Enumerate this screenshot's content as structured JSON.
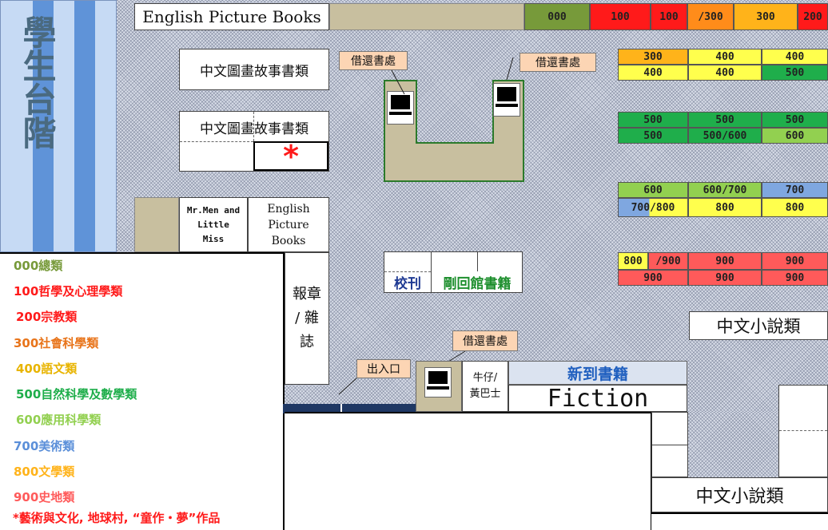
{
  "stage_title": "學生台階",
  "top_label": "English Picture Books",
  "top_shelves": [
    {
      "label": "000",
      "color": "#779a3a"
    },
    {
      "label": "100",
      "color": "#ff1a1a"
    },
    {
      "label": "100",
      "color": "#ff1a1a"
    },
    {
      "label": "/300",
      "color": "#ff8c1a"
    },
    {
      "label": "300",
      "color": "#ffb31a"
    },
    {
      "label": "200",
      "color": "#ff1a1a"
    }
  ],
  "zones": {
    "chinese_picture_1": "中文圖畫故事書類",
    "chinese_picture_2": "中文圖畫故事書類",
    "asterisk": "*",
    "mr_men": "Mr.Men and Little Miss",
    "english_picture": "English Picture Books",
    "newspaper": "報章 / 雜誌",
    "school_mag": "校刊",
    "returned_books": "剛回館書籍",
    "chinese_fiction_1": "中文小說類",
    "chinese_fiction_2": "中文小說類",
    "new_books": "新到書籍",
    "fiction": "Fiction",
    "cowboy": "牛仔/ 黃巴士"
  },
  "counters": [
    "借還書處",
    "借還書處",
    "借還書處"
  ],
  "entrance": "出入口",
  "shelf_groups": [
    [
      [
        {
          "label": "300",
          "color": "#ffb31a"
        },
        {
          "label": "400",
          "color": "#ffff4d"
        },
        {
          "label": "400",
          "color": "#ffff4d"
        }
      ],
      [
        {
          "label": "400",
          "color": "#ffff4d"
        },
        {
          "label": "400",
          "color": "#ffff4d"
        },
        {
          "label": "500",
          "color": "#1fae4b"
        }
      ]
    ],
    [
      [
        {
          "label": "500",
          "color": "#1fae4b"
        },
        {
          "label": "500",
          "color": "#1fae4b"
        },
        {
          "label": "500",
          "color": "#1fae4b"
        }
      ],
      [
        {
          "label": "500",
          "color": "#1fae4b"
        },
        {
          "label": "500/600",
          "color": "#1fae4b"
        },
        {
          "label": "600",
          "color": "#92d050"
        }
      ]
    ],
    [
      [
        {
          "label": "600",
          "color": "#92d050"
        },
        {
          "label": "600/700",
          "color": "#92d050"
        },
        {
          "label": "700",
          "color": "#7fa7e0"
        }
      ],
      [
        {
          "label": "700/800",
          "color": "#7fa7e0"
        },
        {
          "label": "800",
          "color": "#ffff4d"
        },
        {
          "label": "800",
          "color": "#ffff4d"
        }
      ]
    ],
    [
      [
        {
          "label": "800",
          "color": "#ffff4d"
        },
        {
          "label": "/900",
          "color": "#ff5a5a"
        },
        {
          "label": "900",
          "color": "#ff5a5a"
        },
        {
          "label": "900",
          "color": "#ff5a5a"
        }
      ],
      [
        {
          "label": "900",
          "color": "#ff5a5a"
        },
        {
          "label": "900",
          "color": "#ff5a5a"
        },
        {
          "label": "900",
          "color": "#ff5a5a"
        }
      ]
    ]
  ],
  "legend": [
    {
      "label": "000總類",
      "color": "#779a3a"
    },
    {
      "label": "100哲學及心理學類",
      "color": "#ff1a1a"
    },
    {
      "label": "200宗教類",
      "color": "#ff1a1a"
    },
    {
      "label": "300社會科學類",
      "color": "#e8741a"
    },
    {
      "label": "400語文類",
      "color": "#e8b400"
    },
    {
      "label": "500自然科學及數學類",
      "color": "#1fae4b"
    },
    {
      "label": "600應用科學類",
      "color": "#92d050"
    },
    {
      "label": "700美術類",
      "color": "#5b8fd9"
    },
    {
      "label": "800文學類",
      "color": "#ffb31a"
    },
    {
      "label": "900史地類",
      "color": "#ff5a5a"
    },
    {
      "label": "*藝術與文化, 地球村, “童作・夢”作品",
      "color": "#ff1a1a"
    }
  ]
}
